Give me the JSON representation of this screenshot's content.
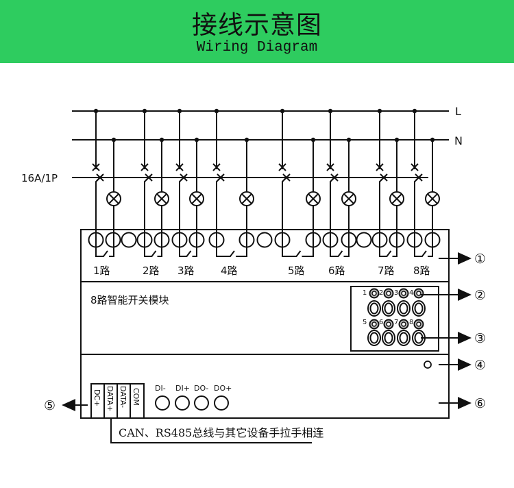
{
  "header": {
    "title_cn": "接线示意图",
    "title_en": "Wiring Diagram",
    "background_color": "#2ecc5f"
  },
  "bus": {
    "line_label": "L",
    "neutral_label": "N",
    "breaker_label": "16A/1P"
  },
  "module": {
    "name": "8路智能开关模块",
    "channels": [
      {
        "label": "1路"
      },
      {
        "label": "2路"
      },
      {
        "label": "3路"
      },
      {
        "label": "4路"
      },
      {
        "label": "5路"
      },
      {
        "label": "6路"
      },
      {
        "label": "7路"
      },
      {
        "label": "8路"
      }
    ],
    "indicator_numbers": [
      "1",
      "2",
      "3",
      "4",
      "5",
      "6",
      "7",
      "8"
    ],
    "connector_pins": [
      "DC+",
      "DATA+",
      "DATA-",
      "COM"
    ],
    "io_terminals": [
      "DI-",
      "DI+",
      "DO-",
      "DO+"
    ],
    "bus_note": "CAN、RS485总线与其它设备手拉手相连"
  },
  "callouts": [
    {
      "id": "1",
      "symbol": "①"
    },
    {
      "id": "2",
      "symbol": "②"
    },
    {
      "id": "3",
      "symbol": "③"
    },
    {
      "id": "4",
      "symbol": "④"
    },
    {
      "id": "5",
      "symbol": "⑤"
    },
    {
      "id": "6",
      "symbol": "⑥"
    }
  ]
}
